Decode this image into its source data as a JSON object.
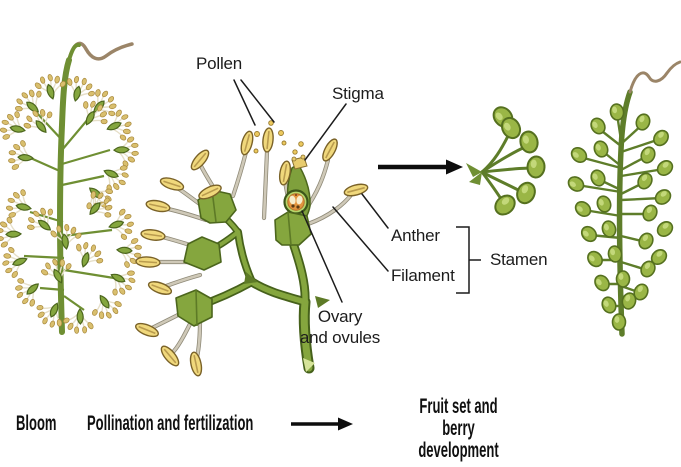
{
  "palette": {
    "background": "#ffffff",
    "stem_green": "#6f8f33",
    "stem_dark": "#46611b",
    "bud_green": "#85a63e",
    "bud_outline": "#4c661d",
    "anther_yellow": "#f0d87c",
    "anther_outline": "#7a6228",
    "filament_gray": "#cfc9b8",
    "pollen_yellow": "#ecc95f",
    "ovary_wall_green": "#b7d56a",
    "ovule_orange": "#e3953f",
    "ovule_cream": "#f6eccb",
    "berry_green": "#9ab646",
    "berry_outline": "#55701f",
    "tendril_brown": "#9b8568",
    "label_black": "#1c1c1c",
    "arrow_black": "#0d0d0d"
  },
  "callouts": {
    "pollen": "Pollen",
    "stigma": "Stigma",
    "anther": "Anther",
    "filament": "Filament",
    "stamen": "Stamen",
    "ovary_line1": "Ovary",
    "ovary_line2": "and ovules"
  },
  "stages": {
    "bloom": "Bloom",
    "pollination": "Pollination and fertilization",
    "fruit_line1": "Fruit set and",
    "fruit_line2": "berry development"
  },
  "icons": {
    "process_arrow": "right-arrow",
    "stage_arrow": "right-arrow"
  }
}
